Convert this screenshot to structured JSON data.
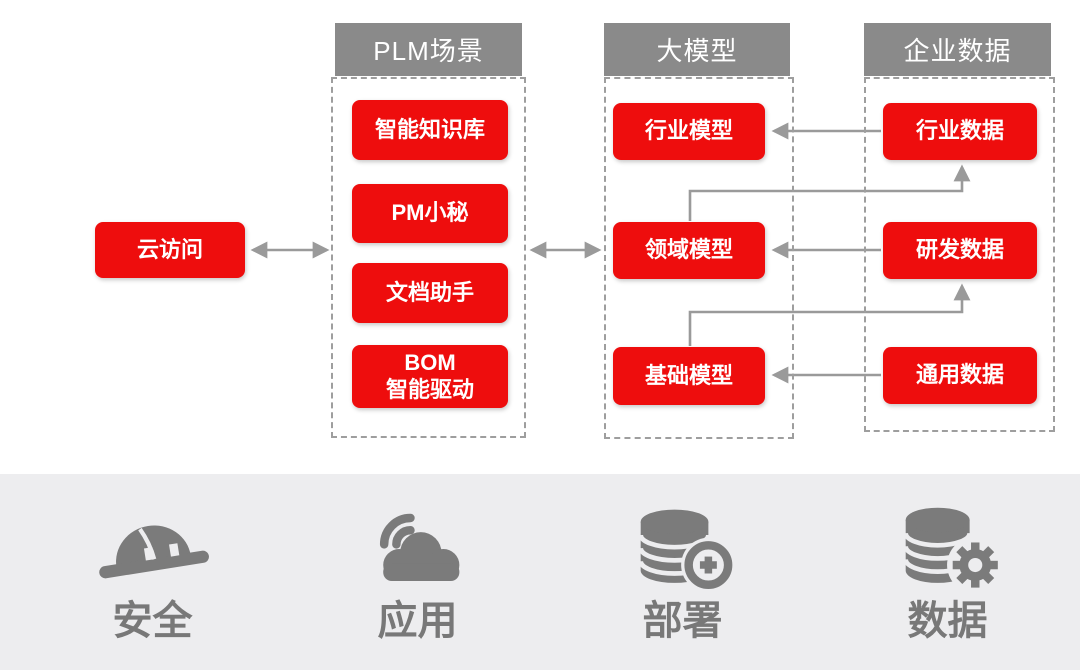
{
  "colors": {
    "node_red": "#ee0d0d",
    "header_gray": "#8a8a8a",
    "arrow_gray": "#9a9a9a",
    "dash_gray": "#9e9e9e",
    "band_bg": "#ededef",
    "icon_gray": "#7b7b7b",
    "footer_label_gray": "#787878"
  },
  "nodes": {
    "cloud_access": "云访问"
  },
  "groups": [
    {
      "header": "PLM场景",
      "boxes": [
        {
          "label": "智能知识库"
        },
        {
          "label": "PM小秘"
        },
        {
          "label": "文档助手"
        },
        {
          "label": "BOM",
          "label2": "智能驱动"
        }
      ]
    },
    {
      "header": "大模型",
      "boxes": [
        {
          "label": "行业模型"
        },
        {
          "label": "领域模型"
        },
        {
          "label": "基础模型"
        }
      ]
    },
    {
      "header": "企业数据",
      "boxes": [
        {
          "label": "行业数据"
        },
        {
          "label": "研发数据"
        },
        {
          "label": "通用数据"
        }
      ]
    }
  ],
  "footer": {
    "items": [
      {
        "icon": "hard-hat-icon",
        "label": "安全"
      },
      {
        "icon": "cloud-signal-icon",
        "label": "应用"
      },
      {
        "icon": "database-add-icon",
        "label": "部署"
      },
      {
        "icon": "database-gear-icon",
        "label": "数据"
      }
    ]
  }
}
